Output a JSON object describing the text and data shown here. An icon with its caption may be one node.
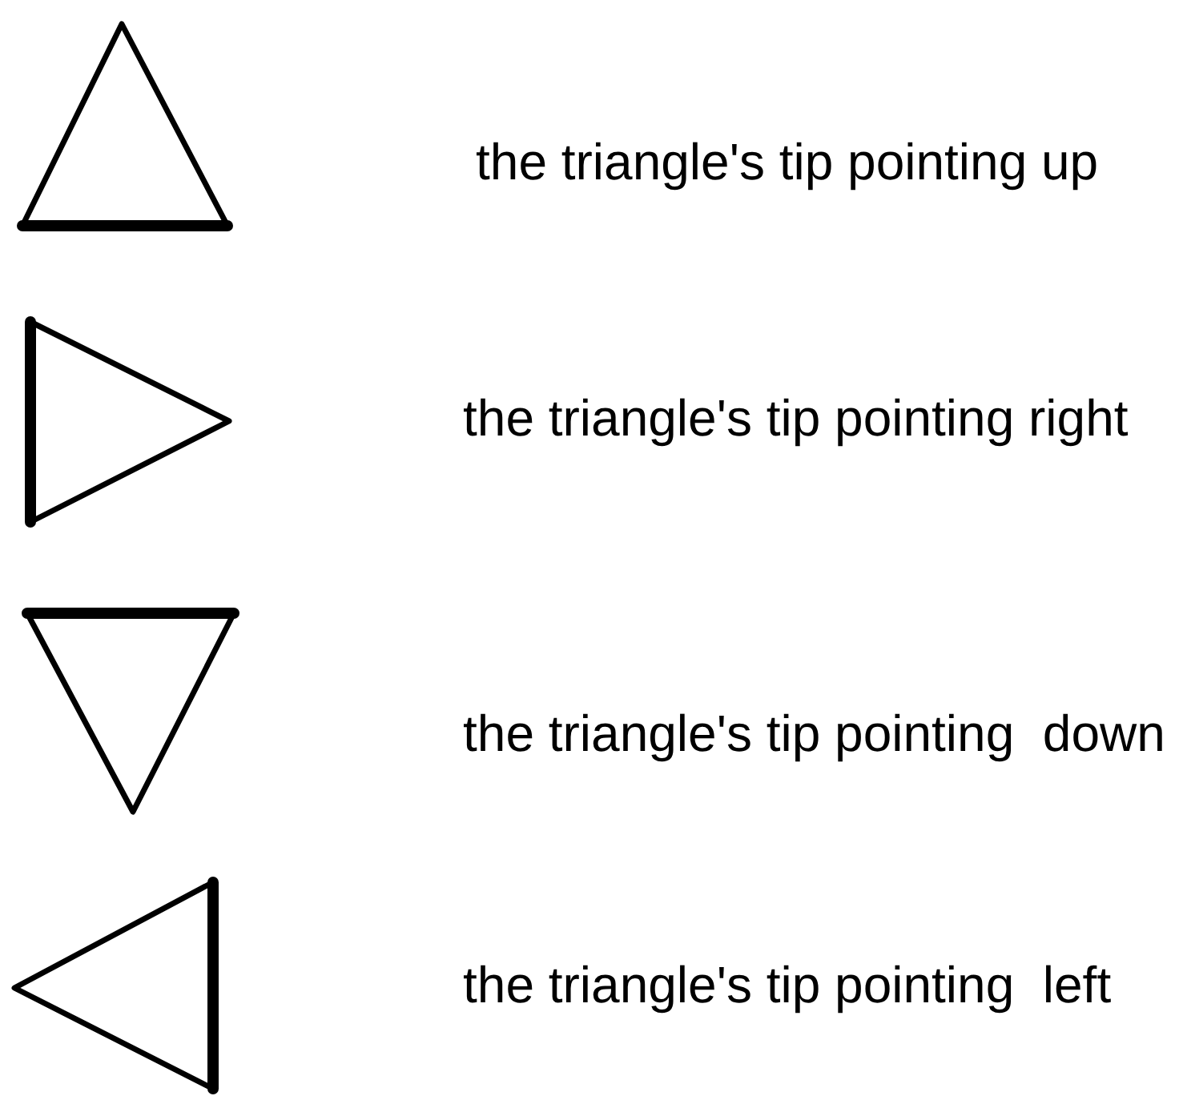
{
  "diagram": {
    "labels": [
      "the triangle's tip pointing up",
      "the triangle's tip pointing right",
      "the triangle's tip pointing  down",
      "the triangle's tip pointing  left"
    ]
  }
}
